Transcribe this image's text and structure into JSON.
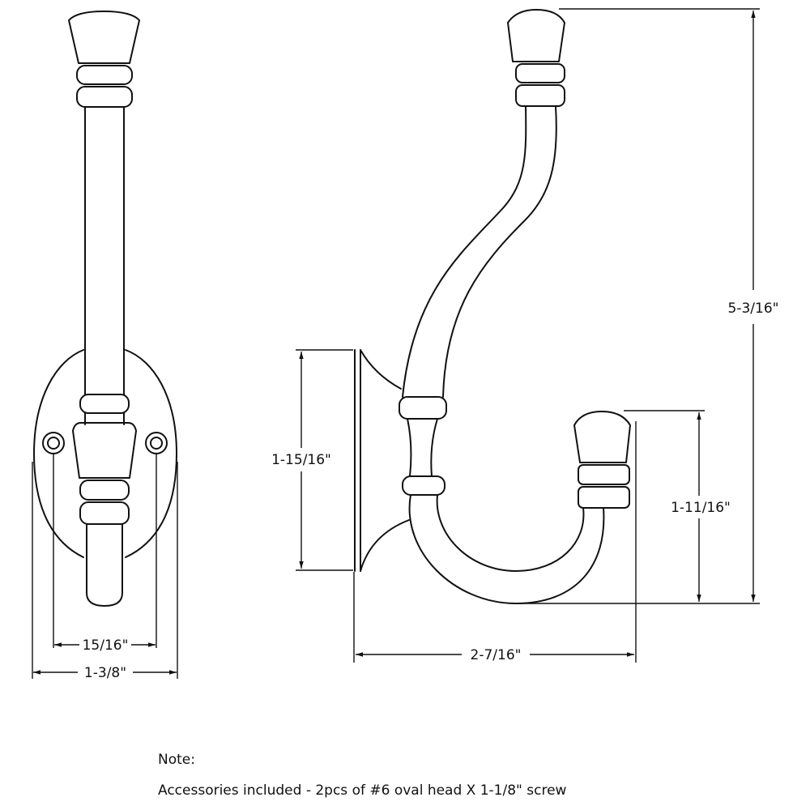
{
  "dimensions": {
    "side_width": "1-3/8\"",
    "screw_spacing": "15/16\"",
    "overall_height": "5-3/16\"",
    "base_height": "1-15/16\"",
    "projection": "2-7/16\"",
    "lower_hook_height": "1-11/16\""
  },
  "note": {
    "heading": "Note:",
    "text": "Accessories included - 2pcs of #6 oval head X 1-1/8\" screw"
  },
  "colors": {
    "line": "#111111",
    "background": "#ffffff"
  }
}
